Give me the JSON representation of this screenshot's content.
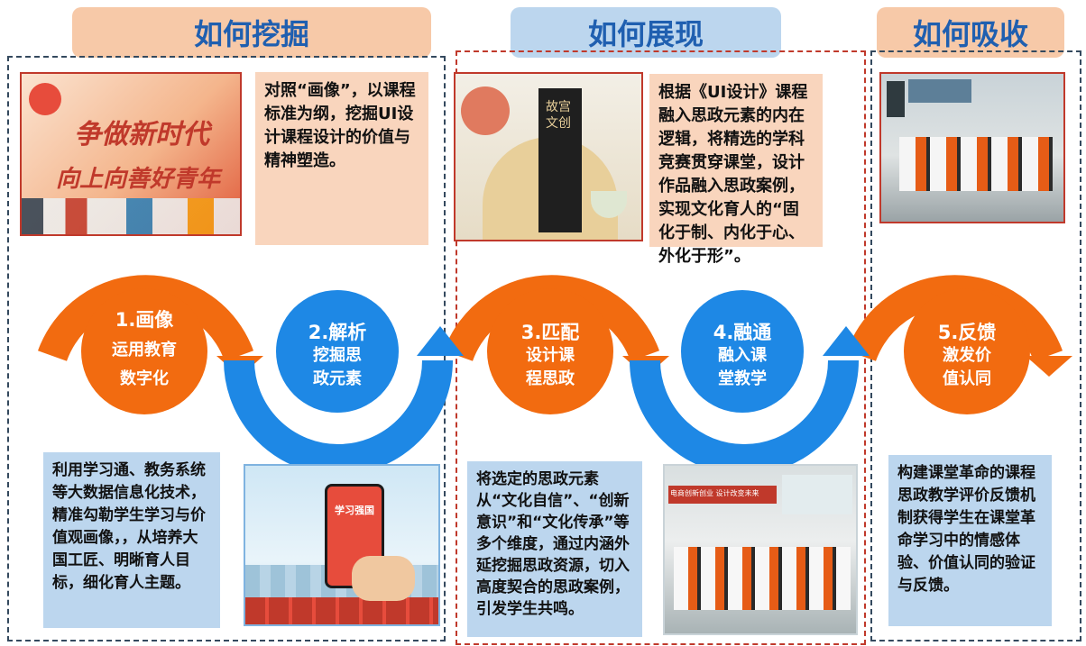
{
  "headers": [
    "如何挖掘",
    "如何展现",
    "如何吸收"
  ],
  "steps": [
    {
      "title": "1.画像",
      "lines": [
        "运用教育",
        "数字化"
      ]
    },
    {
      "title": "2.解析",
      "lines": [
        "挖掘思",
        "政元素"
      ]
    },
    {
      "title": "3.匹配",
      "lines": [
        "设计课",
        "程思政"
      ]
    },
    {
      "title": "4.融通",
      "lines": [
        "融入课",
        "堂教学"
      ]
    },
    {
      "title": "5.反馈",
      "lines": [
        "激发价",
        "值认同"
      ]
    }
  ],
  "texts": {
    "t1": "对照“画像”，以课程标准为纲，挖掘UI设计课程设计的价值与精神塑造。",
    "t2": "根据《UI设计》课程融入思政元素的内在逻辑，将精选的学科竞赛贯穿课堂，设计作品融入思政案例，实现文化育人的“固化于制、内化于心、外化于形”。",
    "t3": "利用学习通、教务系统等大数据信息化技术，精准勾勒学生学习与价值观画像，，从培养大国工匠、明晰育人目标，细化育人主题。",
    "t4": "将选定的思政元素从“文化自信”、“创新意识”和“文化传承”等多个维度，通过内涵外延挖掘思政资源，切入高度契合的思政案例，引发学生共鸣。",
    "t5": "构建课堂革命的课程思政教学评价反馈机制获得学生在课堂革命学习中的情感体验、价值认同的验证与反馈。"
  },
  "poster": {
    "line1": "争做新时代",
    "line2": "向上向善好青年"
  },
  "book_label": "故宫文创",
  "app_label": "学习强国",
  "banner_label": "电商创新创业 设计改变未来",
  "colors": {
    "orange": "#f26b10",
    "blue": "#1e88e5",
    "header1": "#f7c9a8",
    "header2": "#bcd6ee",
    "header3": "#f7c9a8"
  }
}
